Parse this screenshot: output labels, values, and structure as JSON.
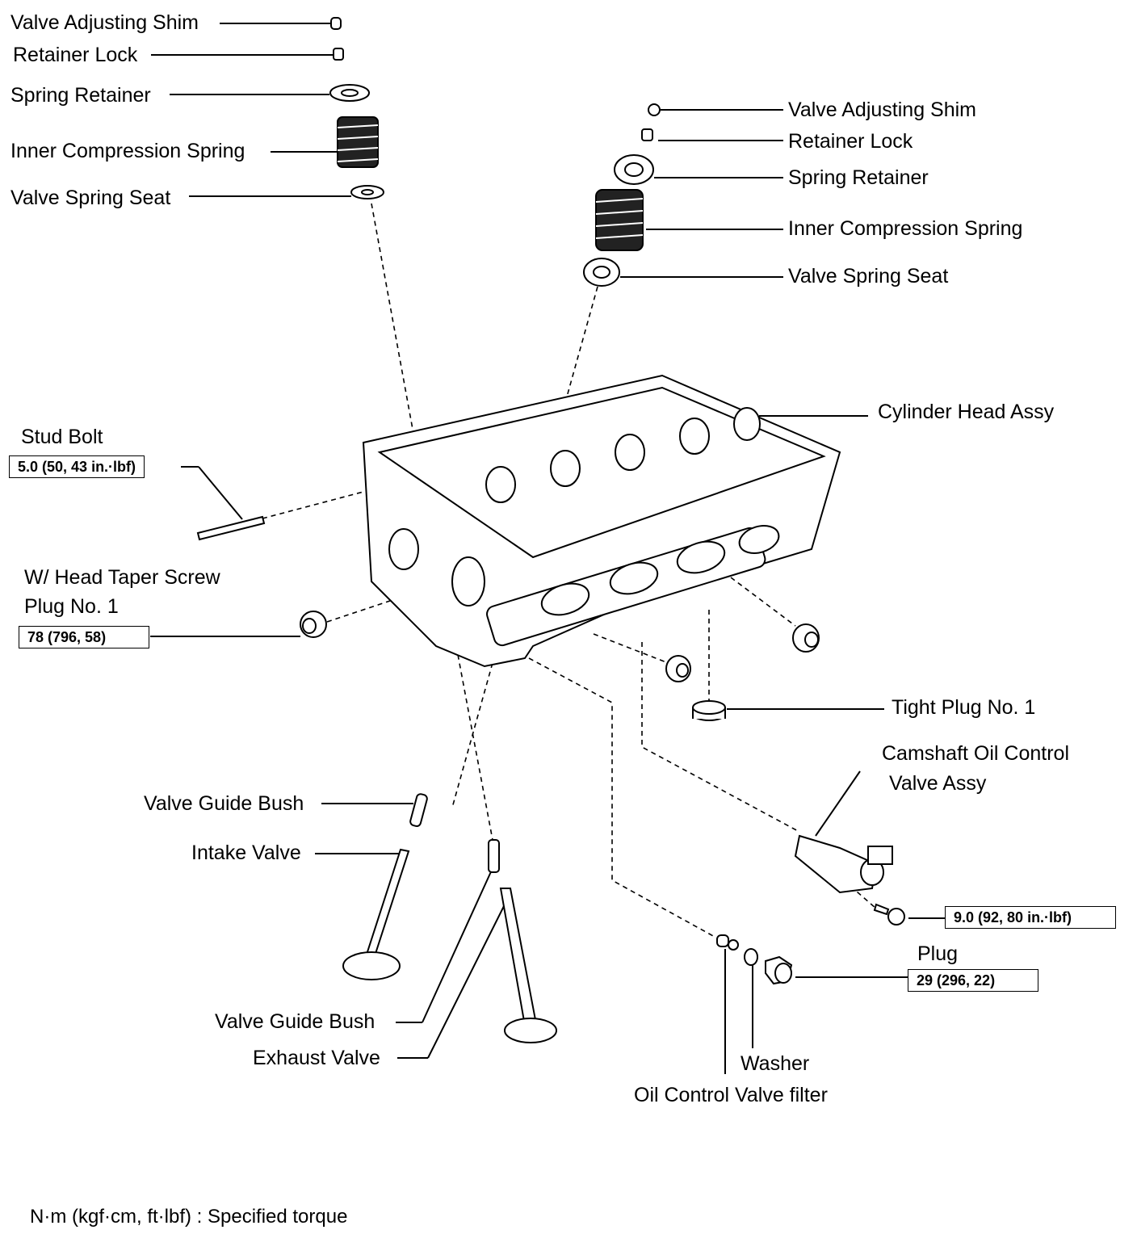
{
  "diagram": {
    "type": "exploded-parts-view",
    "subject": "Cylinder Head Assy"
  },
  "left_valve_stack": {
    "labels": [
      "Valve Adjusting Shim",
      "Retainer Lock",
      "Spring Retainer",
      "Inner Compression Spring",
      "Valve Spring Seat"
    ]
  },
  "right_valve_stack": {
    "labels": [
      "Valve Adjusting Shim",
      "Retainer Lock",
      "Spring Retainer",
      "Inner Compression Spring",
      "Valve Spring Seat"
    ]
  },
  "parts": {
    "cylinder_head": "Cylinder Head Assy",
    "stud_bolt": "Stud Bolt",
    "stud_bolt_torque": "5.0 (50, 43 in.·lbf)",
    "taper_plug_line1": "W/ Head Taper Screw",
    "taper_plug_line2": "Plug No. 1",
    "taper_plug_torque": "78 (796, 58)",
    "tight_plug": "Tight Plug No. 1",
    "ocv_line1": "Camshaft Oil Control",
    "ocv_line2": "Valve Assy",
    "ocv_bolt_torque": "9.0 (92, 80 in.·lbf)",
    "plug": "Plug",
    "plug_torque": "29 (296, 22)",
    "valve_guide_bush_intake": "Valve Guide Bush",
    "intake_valve": "Intake Valve",
    "valve_guide_bush_exhaust": "Valve Guide Bush",
    "exhaust_valve": "Exhaust Valve",
    "washer": "Washer",
    "ocv_filter": "Oil Control Valve filter"
  },
  "legend": {
    "text": "N·m (kgf·cm, ft·lbf)  : Specified torque"
  }
}
